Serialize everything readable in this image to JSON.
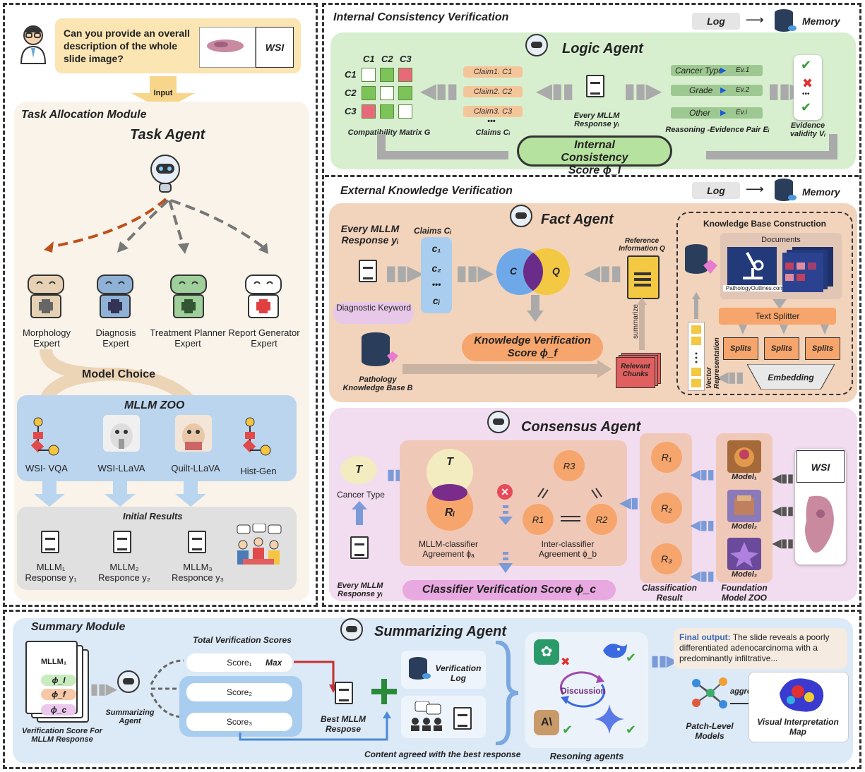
{
  "user_query": {
    "text": "Can you provide an overall description of the whole slide image?",
    "wsi_label": "WSI",
    "input_label": "Input"
  },
  "task_module": {
    "title": "Task Allocation Module",
    "agent": "Task Agent",
    "experts": [
      {
        "label": "Morphology Expert"
      },
      {
        "label": "Diagnosis Expert"
      },
      {
        "label": "Treatment Planner Expert"
      },
      {
        "label": "Report Generator Expert"
      }
    ],
    "model_choice": "Model Choice",
    "zoo_title": "MLLM ZOO",
    "models": [
      "WSI- VQA",
      "WSI-LLaVA",
      "Quilt-LLaVA",
      "Hist-Gen"
    ],
    "initial_title": "Initial Results",
    "results": [
      "MLLM₁ Response y₁",
      "MLLM₂ Responce y₂",
      "MLLM₃ Responce y₃"
    ]
  },
  "internal": {
    "title": "Internal Consistency Verification",
    "log": "Log",
    "memory": "Memory",
    "agent": "Logic Agent",
    "row_labels": [
      "C1",
      "C2",
      "C3"
    ],
    "col_labels": [
      "C1",
      "C2",
      "C3"
    ],
    "matrix": [
      [
        "white",
        "green",
        "red"
      ],
      [
        "green",
        "white",
        "green"
      ],
      [
        "red",
        "green",
        "white"
      ]
    ],
    "matrix_label": "Compatibility Matrix G",
    "claims": [
      "Claim1. C1",
      "Claim2. C2",
      "Claim3. C3"
    ],
    "dots": "•••",
    "claims_label": "Claims Cᵢ",
    "response_label": "Every MLLM Response yᵢ",
    "pairs": [
      {
        "k": "Cancer Type",
        "v": "Ev.1"
      },
      {
        "k": "Grade",
        "v": "Ev.2"
      },
      {
        "k": "Other",
        "v": "Ev.i"
      }
    ],
    "pairs_label": "Reasoning -Evidence Pair Eᵢ",
    "validity_label": "Evidence validity Vᵢ",
    "score": "Internal Consistency Score ϕ_I"
  },
  "external": {
    "title": "External Knowledge Verification",
    "log": "Log",
    "memory": "Memory",
    "agent": "Fact Agent",
    "response_label": "Every MLLM Response yᵢ",
    "claims_label": "Claims Cᵢ",
    "claims": [
      "c₁",
      "c₂",
      "•••",
      "cᵢ"
    ],
    "keyword": "Diagnostic Keyword",
    "venn_c": "C",
    "venn_q": "Q",
    "ref_label": "Reference Information Q",
    "summarize": "summarize",
    "score": "Knowledge Verification Score ϕ_f",
    "kb_label": "Pathology Knowledge Base B",
    "chunks": "Relevant Chunks",
    "kb_title": "Knowledge Base Construction",
    "documents": "Documents",
    "outlines": "PathologyOutlines.com",
    "splitter": "Text Splitter",
    "splits": [
      "Splits",
      "Splits",
      "Splits"
    ],
    "embedding": "Embedding",
    "vector": "Vector Representation"
  },
  "consensus": {
    "agent": "Consensus Agent",
    "t": "T",
    "cancer_type": "Cancer Type",
    "response_label": "Every MLLM Response yᵢ",
    "ri": "Rᵢ",
    "agreement1": "MLLM-classifier Agreement ϕₐ",
    "agreement2": "Inter-classifier Agreement ϕ_b",
    "r_nodes": [
      "R3",
      "R1",
      "R2"
    ],
    "results": [
      "R₁",
      "R₂",
      "R₃"
    ],
    "class_label": "Classification Result",
    "models": [
      "Model₁",
      "Model₂",
      "Model₃"
    ],
    "zoo_label": "Foundation Model ZOO",
    "wsi": "WSI",
    "score": "Classifier Verification Score ϕ_c"
  },
  "summary": {
    "title": "Summary Module",
    "agent": "Summarizing Agent",
    "mllm": "MLLM₁",
    "phis": [
      "ϕ_I",
      "ϕ_f",
      "ϕ_c"
    ],
    "ver_label": "Verification Score For MLLM Response",
    "agent_small": "Summarizing Agent",
    "total_label": "Total Verification Scores",
    "scores": [
      "Score₁",
      "Score₂",
      "Score₃"
    ],
    "max": "Max",
    "best": "Best MLLM Respose",
    "verification_log": "Verification Log",
    "content_agreed": "Content agreed with the best response",
    "discussion": "Discussion",
    "reasoning": "Resoning agents",
    "final_title": "Final output:",
    "final_text": "The slide reveals a poorly differentiated adenocarcinoma with a predominantly infiltrative...",
    "aggregate": "aggregate",
    "patch": "Patch-Level Models",
    "visual": "Visual Interpretation Map"
  }
}
